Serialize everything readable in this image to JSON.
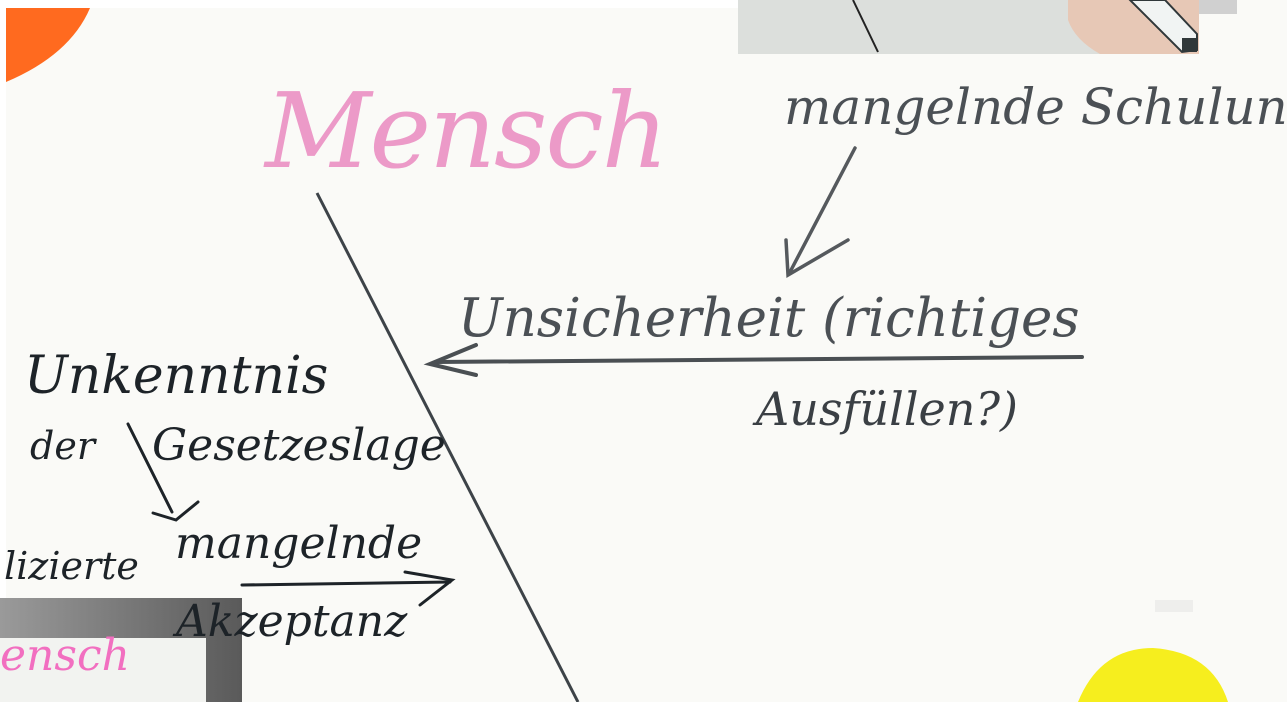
{
  "colors": {
    "board": "#fafaf7",
    "ink": "#3d4348",
    "ink_dark": "#1d2328",
    "pink": "#ec9ac8",
    "pink_bright": "#f26fc0",
    "orange": "#ff6a1f",
    "yellow": "#f6ee1e"
  },
  "labels": {
    "category": "Mensch",
    "cause_1": "mangelnde Schulung",
    "effect_1_line1": "Unsicherheit (richtiges",
    "effect_1_line2": "Ausfüllen?)",
    "cause_2_line1": "Unkenntnis",
    "cause_2_line2": "der",
    "cause_2_line3": "Gesetzeslage",
    "effect_2_line1": "mangelnde",
    "effect_2_line2": "Akzeptanz",
    "partial_left": "lizierte",
    "inset_text": "ensch"
  },
  "icons": {
    "top_right_inset": "hand-holding-marker-photo",
    "orange_dot": "orange-magnet",
    "yellow_dot": "yellow-magnet"
  }
}
